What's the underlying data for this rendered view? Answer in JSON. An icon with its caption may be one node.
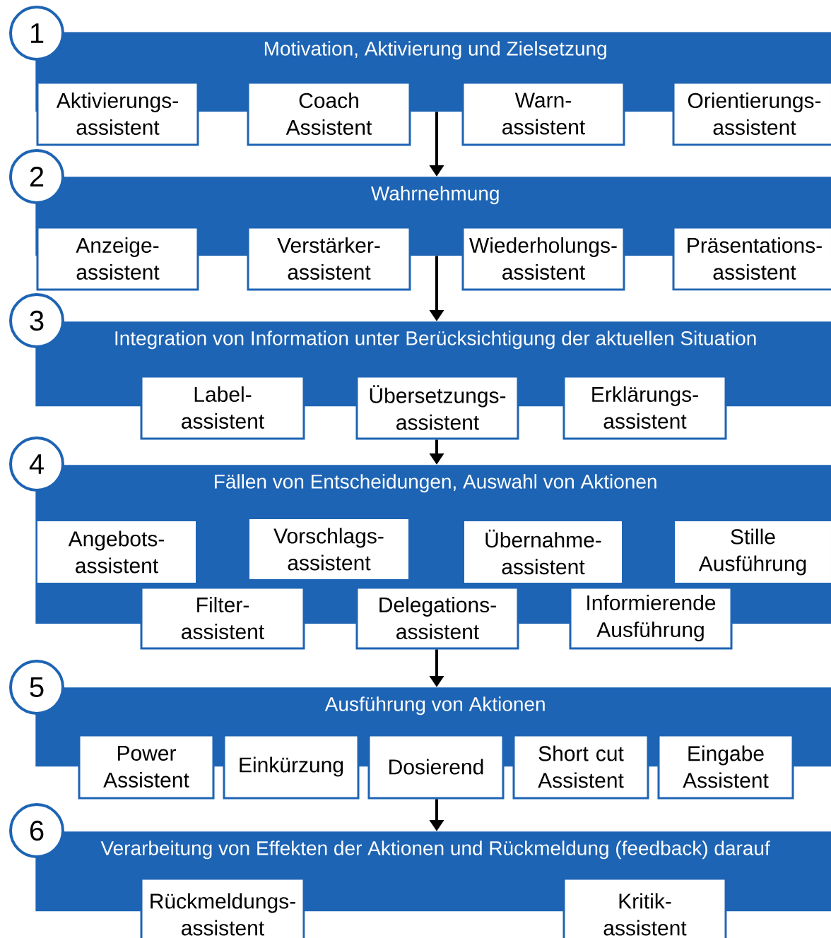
{
  "diagram": {
    "nodes": [
      {
        "text": [
          "1"
        ]
      },
      {
        "text": [
          "Motivation, Aktivierung und Zielsetzung"
        ]
      },
      {
        "text": [
          "Aktivierungs- assistent"
        ]
      },
      {
        "text": [
          "Coach Assistent"
        ]
      },
      {
        "text": [
          "Warn- assistent"
        ]
      },
      {
        "text": [
          "Orientierungs- assistent"
        ]
      },
      {
        "text": [
          "2"
        ]
      },
      {
        "text": [
          "Wahrnehmung"
        ]
      },
      {
        "text": [
          "Anzeige- assistent"
        ]
      },
      {
        "text": [
          "Verstärker- assistent"
        ]
      },
      {
        "text": [
          "Wiederholungs- assistent"
        ]
      },
      {
        "text": [
          "Präsentations- assistent"
        ]
      },
      {
        "text": [
          "3"
        ]
      },
      {
        "text": [
          "Integration von Information unter Berücksichtigung der aktuellen Situation"
        ]
      },
      {
        "text": [
          "Label- assistent"
        ]
      },
      {
        "text": [
          "Übersetzungs- assistent"
        ]
      },
      {
        "text": [
          "Erklärungs- assistent"
        ]
      },
      {
        "text": [
          "4"
        ]
      },
      {
        "text": [
          "Fällen von Entscheidungen, Auswahl von Aktionen"
        ]
      },
      {
        "text": [
          "Angebots- assistent"
        ],
        "in": 18
      },
      {
        "text": [
          "Vorschlags- assistent"
        ],
        "in": 18
      },
      {
        "text": [
          "Übernahme- assistent"
        ],
        "in": 18
      },
      {
        "text": [
          "Stille Ausführung"
        ],
        "in": 18
      },
      {
        "text": [
          "Filter- assistent"
        ]
      },
      {
        "text": [
          "Delegations- assistent"
        ]
      },
      {
        "text": [
          "Informierende Ausführung"
        ]
      },
      {
        "text": [
          "5"
        ]
      },
      {
        "text": [
          "Ausführung von Aktionen"
        ]
      },
      {
        "text": [
          "Power Assistent"
        ]
      },
      {
        "text": [
          "Einkürzung"
        ]
      },
      {
        "text": [
          "Dosierend"
        ]
      },
      {
        "text": [
          "Short cut Assistent"
        ]
      },
      {
        "text": [
          "Eingabe Assistent"
        ]
      },
      {
        "text": [
          "6"
        ]
      },
      {
        "text": [
          "Verarbeitung von Effekten der Aktionen und Rückmeldung (feedback) darauf"
        ]
      },
      {
        "text": [
          "Rückmeldungs- assistent"
        ]
      },
      {
        "text": [
          "Kritik- assistent"
        ]
      }
    ],
    "edges": [
      {
        "from": 1,
        "to": 7,
        "arrow": "to"
      },
      {
        "from": 7,
        "to": 13,
        "arrow": "to"
      },
      {
        "from": 15,
        "to": 18,
        "arrow": "to"
      },
      {
        "from": 24,
        "to": 27,
        "arrow": "to"
      },
      {
        "from": 30,
        "to": 34,
        "arrow": "to"
      }
    ]
  }
}
